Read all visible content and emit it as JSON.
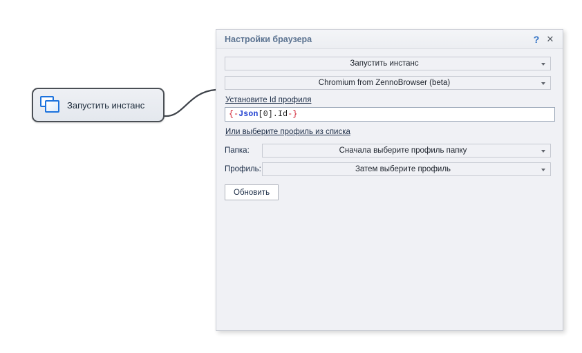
{
  "canvas": {
    "node": {
      "label": "Запустить инстанс",
      "icon": "browser-windows-icon"
    },
    "connector": "curved-link"
  },
  "dialog": {
    "title": "Настройки браузера",
    "titlebar_buttons": {
      "help": "?",
      "close": "✕"
    },
    "action_combo": {
      "value": "Запустить инстанс"
    },
    "browser_combo": {
      "value": "Chromium from ZennoBrowser (beta)"
    },
    "profile_id_label": "Установите Id профиля",
    "profile_id_value": {
      "open": "{-",
      "name": "Json",
      "index": "[0]",
      "prop": ".Id",
      "close": "-}"
    },
    "choose_from_list_label": "Или выберите профиль из списка",
    "folder_row": {
      "label": "Папка:",
      "value": "Сначала выберите профиль папку"
    },
    "profile_row": {
      "label": "Профиль:",
      "value": "Затем выберите профиль"
    },
    "refresh_button": "Обновить"
  },
  "colors": {
    "accent": "#1b72dd",
    "title": "#5a7290",
    "macro_red": "#d01c2e",
    "macro_blue": "#1f3fd0"
  }
}
